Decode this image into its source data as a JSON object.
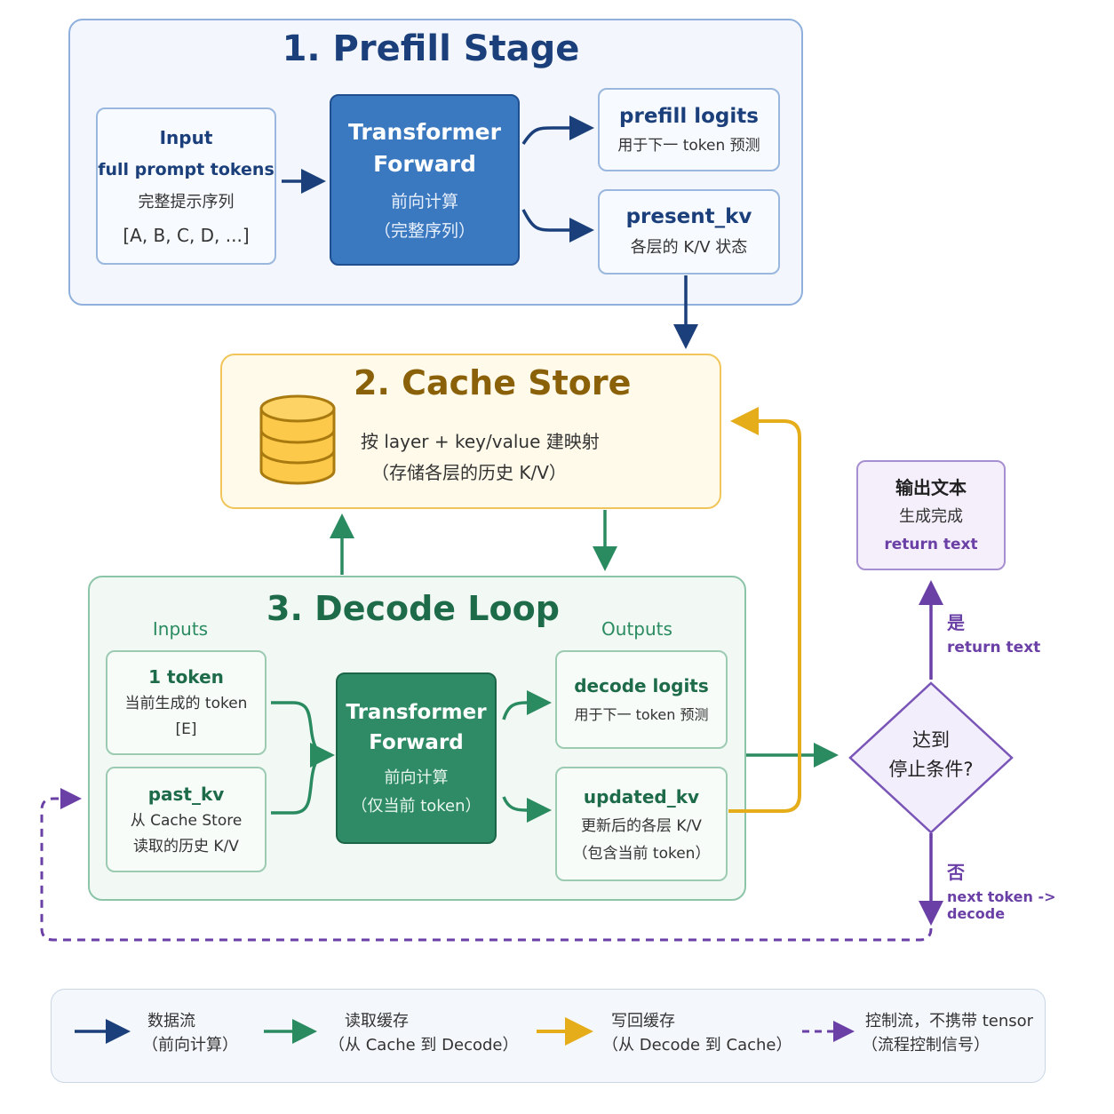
{
  "colors": {
    "navy": "#1b3f7a",
    "blue_fill": "#3a78c0",
    "green": "#2a8a60",
    "green_fill": "#2e8b66",
    "gold": "#e6ad1a",
    "purple": "#6a3fa6"
  },
  "prefill": {
    "title": "1. Prefill Stage",
    "input": {
      "line1": "Input",
      "line2": "full prompt tokens",
      "line3": "完整提示序列",
      "line4": "[A, B, C, D, ...]"
    },
    "transformer": {
      "line1": "Transformer",
      "line2": "Forward",
      "line3": "前向计算",
      "line4": "（完整序列）"
    },
    "logits": {
      "title": "prefill logits",
      "sub": "用于下一 token 预测"
    },
    "present_kv": {
      "title": "present_kv",
      "sub": "各层的 K/V 状态"
    }
  },
  "cache": {
    "title": "2. Cache Store",
    "line1": "按 layer + key/value 建映射",
    "line2": "（存储各层的历史 K/V）",
    "icon": "database-icon"
  },
  "decode": {
    "title": "3. Decode Loop",
    "inputs_label": "Inputs",
    "outputs_label": "Outputs",
    "token": {
      "title": "1 token",
      "sub1": "当前生成的 token",
      "sub2": "[E]"
    },
    "past_kv": {
      "title": "past_kv",
      "sub1": "从 Cache Store",
      "sub2": "读取的历史 K/V"
    },
    "transformer": {
      "line1": "Transformer",
      "line2": "Forward",
      "line3": "前向计算",
      "line4": "（仅当前 token）"
    },
    "logits": {
      "title": "decode logits",
      "sub": "用于下一 token 预测"
    },
    "updated_kv": {
      "title": "updated_kv",
      "sub1": "更新后的各层 K/V",
      "sub2": "（包含当前 token）"
    }
  },
  "output": {
    "title": "输出文本",
    "sub": "生成完成",
    "code": "return text"
  },
  "decision": {
    "line1": "达到",
    "line2": "停止条件?",
    "yes": "是",
    "yes_sub": "return text",
    "no": "否",
    "no_sub": "next token -> decode"
  },
  "legend": [
    {
      "title": "数据流",
      "sub": "（前向计算）"
    },
    {
      "title": "读取缓存",
      "sub": "（从 Cache  到 Decode）"
    },
    {
      "title": "写回缓存",
      "sub": "（从 Decode 到 Cache）"
    },
    {
      "title": "控制流，不携带 tensor",
      "sub": "（流程控制信号）"
    }
  ]
}
